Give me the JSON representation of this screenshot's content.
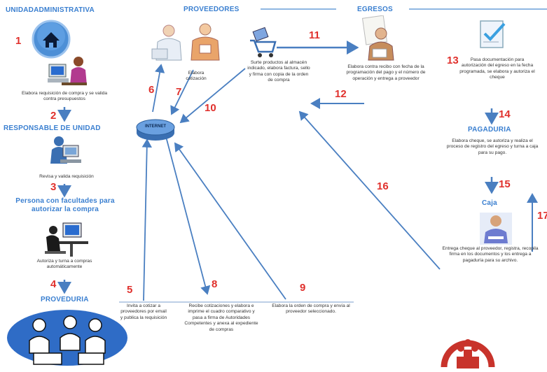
{
  "headings": {
    "unidad_administrativa": "UNIDADADMINISTRATIVA",
    "proveedores": "PROVEEDORES",
    "egresos": "EGRESOS",
    "responsable": "RESPONSABLE DE UNIDAD",
    "persona_line1": "Persona con facultades para",
    "persona_line2": "autorizar la compra",
    "proveduria": "PROVEDURIA",
    "pagaduria": "PAGADURIA",
    "caja": "Caja",
    "internet": "INTERNET"
  },
  "numbers": [
    "1",
    "2",
    "3",
    "4",
    "5",
    "6",
    "7",
    "8",
    "9",
    "10",
    "11",
    "12",
    "13",
    "14",
    "15",
    "16",
    "17"
  ],
  "steps": {
    "s1": "Elabora requisición de compra y se valida contra presupuestos",
    "s2": "Revisa y valida requisición",
    "s3": "Autoriza y turna a compras automáticamente",
    "s5": "Invita a cotizar a proveedores por email y publica la requisición",
    "s7": "Elabora cotización",
    "s8": "Recibe cotizaciones y elabora e imprime el cuadro comparativo y pasa a firma de Autoridades Competentes y anexa al expediente de compras",
    "s9": "Elabora la orden de compra y envía al proveedor seleccionado.",
    "s11": "Surte productos al almacén indicado, elabora factura, sello y firma con copia de la orden de compra",
    "s12": "Elabora contra recibo con fecha de la programación del pago y el número de operación y entrega a proveedor",
    "s13": "Pasa documentación para autorización del egreso en la fecha programada, se elabora y autoriza el cheque",
    "s14": "Elabora cheque, se autoriza y realiza el proceso de registro del egreso y turna a caja para su pago.",
    "s15": "Entrega cheque al proveedor, registra, recopila firma en los documentos y los entrega a pagaduría para su archivo."
  },
  "colors": {
    "accent_blue": "#3a7fd0",
    "number_red": "#e0302c",
    "arrow_blue": "#4a7fc1",
    "logo_red": "#c8332b"
  },
  "icons": [
    "house-icon",
    "computer-user-icon",
    "pc-user-icon",
    "workstation-icon",
    "people-group-icon",
    "supplier-figures-icon",
    "cart-icon",
    "document-man-icon",
    "checkmark-document-icon",
    "cashier-icon",
    "organization-logo"
  ]
}
